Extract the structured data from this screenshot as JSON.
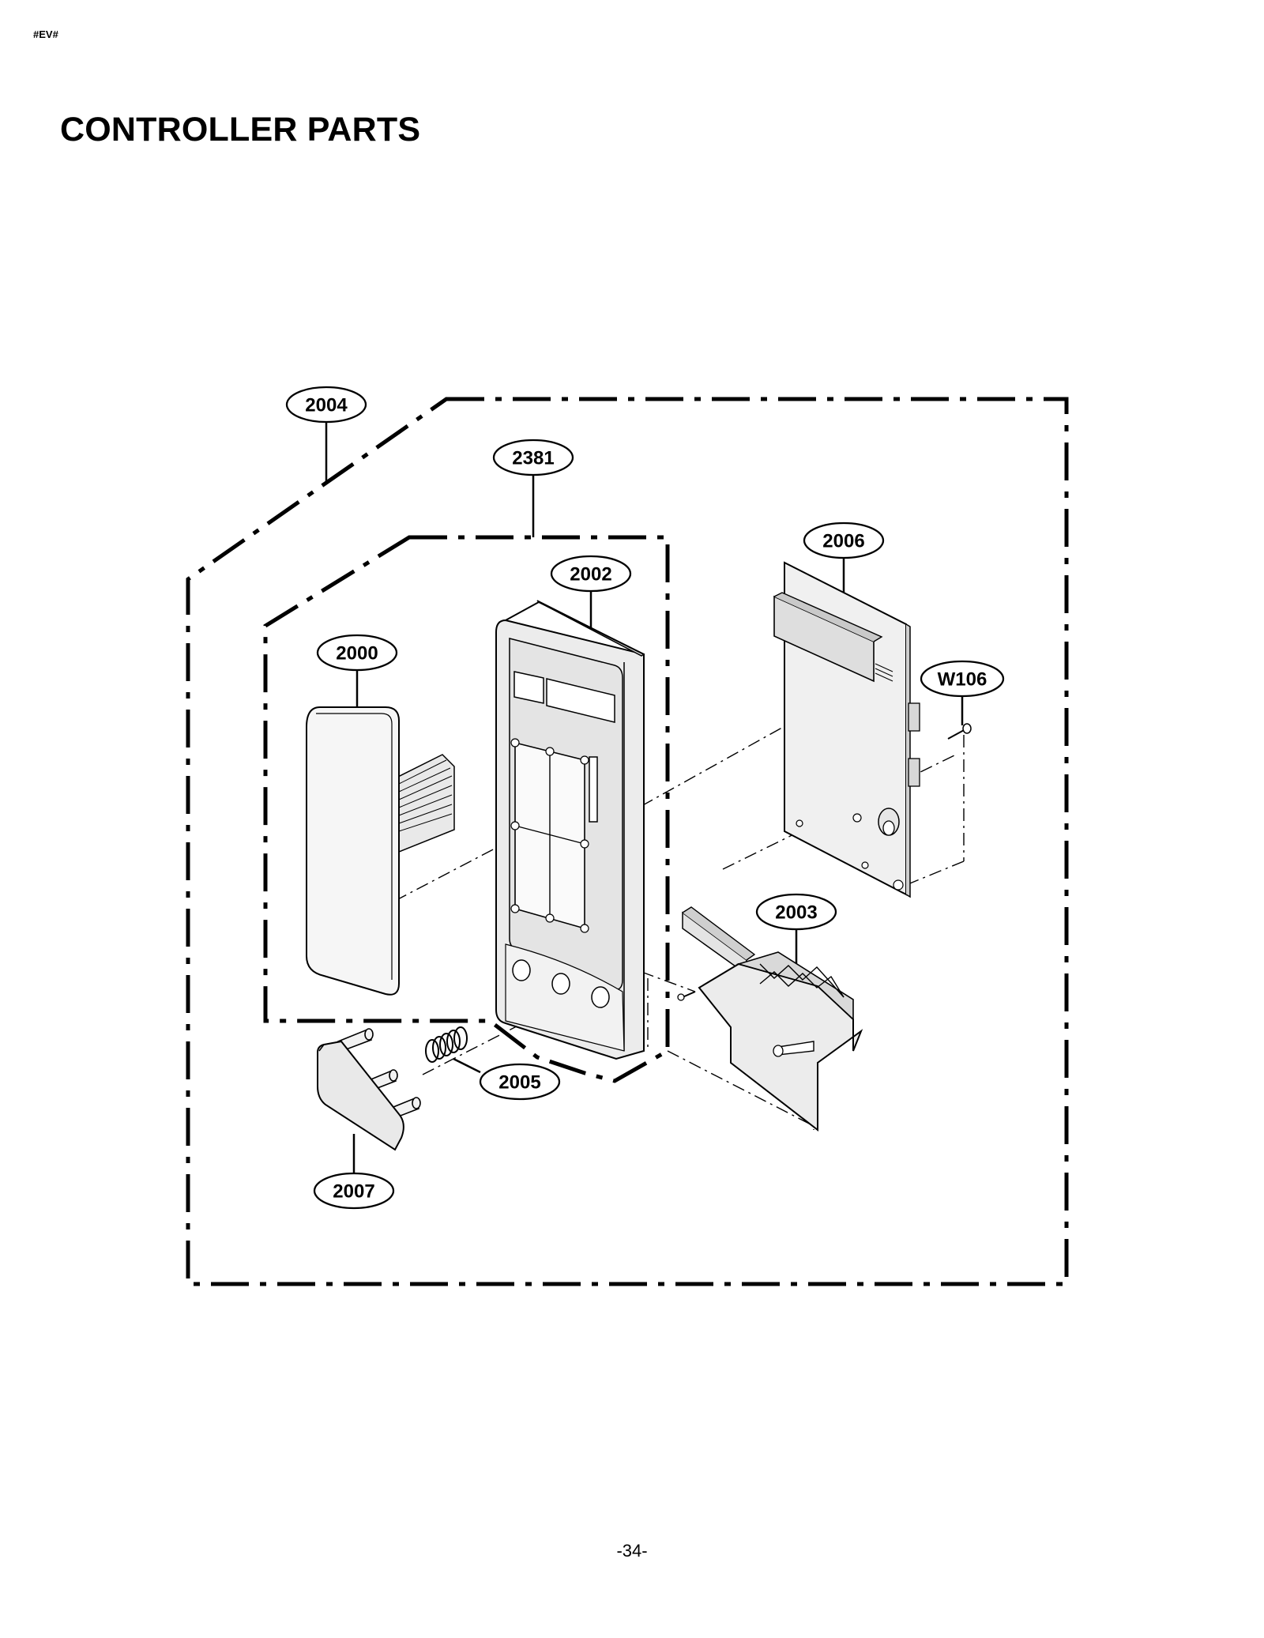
{
  "header": {
    "doc_code": "#EV#",
    "title": "CONTROLLER PARTS"
  },
  "footer": {
    "page_number": "-34-"
  },
  "diagram": {
    "callouts": [
      {
        "id": "2004",
        "label": "2004"
      },
      {
        "id": "2381",
        "label": "2381"
      },
      {
        "id": "2006",
        "label": "2006"
      },
      {
        "id": "2002",
        "label": "2002"
      },
      {
        "id": "2000",
        "label": "2000"
      },
      {
        "id": "W106",
        "label": "W106"
      },
      {
        "id": "2003",
        "label": "2003"
      },
      {
        "id": "2005",
        "label": "2005"
      },
      {
        "id": "2007",
        "label": "2007"
      }
    ]
  }
}
